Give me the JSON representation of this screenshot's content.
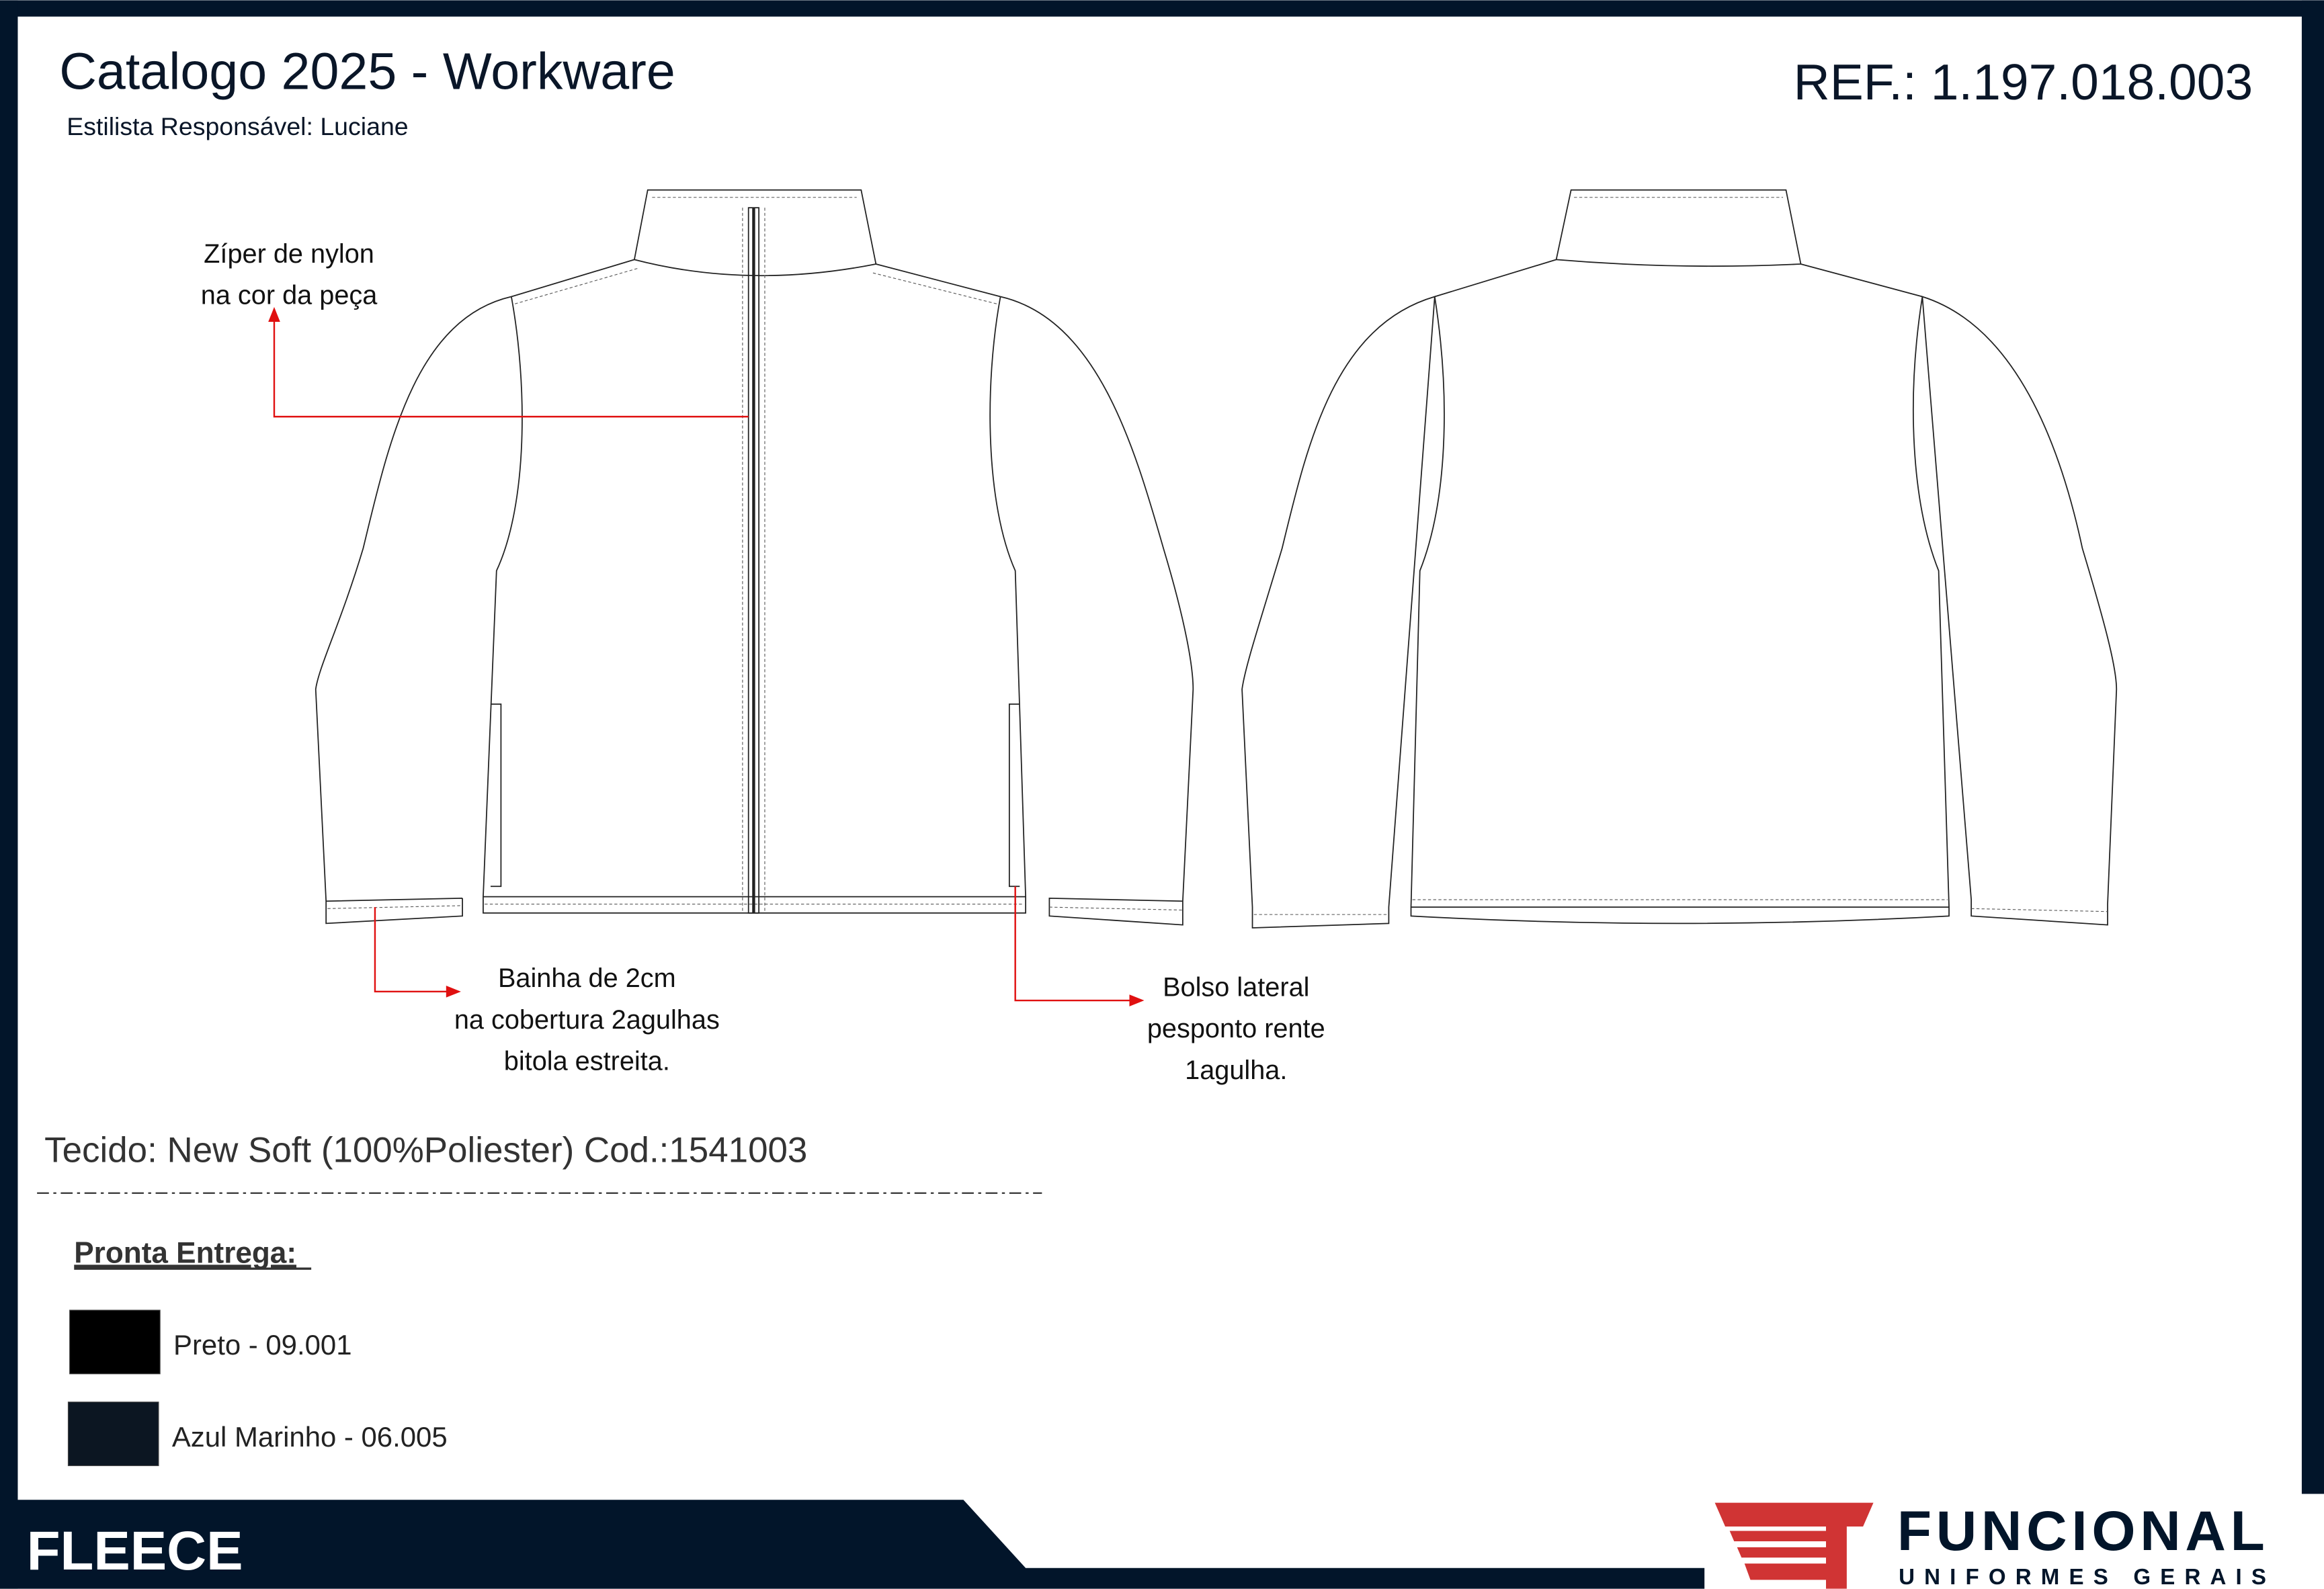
{
  "header": {
    "title": "Catalogo 2025 - Workware",
    "subtitle": "Estilista Responsável: Luciane",
    "reference": "REF.: 1.197.018.003"
  },
  "annotations": {
    "zipper": [
      "Zíper de nylon",
      "na cor da peça"
    ],
    "hem": [
      "Bainha de 2cm",
      "na cobertura 2agulhas",
      "bitola estreita."
    ],
    "pocket": [
      "Bolso lateral",
      "pesponto rente",
      "1agulha."
    ]
  },
  "fabric": "Tecido: New Soft (100%Poliester) Cod.:1541003",
  "availability": {
    "heading": "Pronta Entrega:",
    "colors": [
      {
        "label": "Preto - 09.001",
        "swatch": "#000000"
      },
      {
        "label": "Azul Marinho - 06.005",
        "swatch": "#0c1622"
      }
    ]
  },
  "footer": {
    "category": "FLEECE",
    "brand": "FUNCIONAL",
    "brand_tagline": "UNIFORMES GERAIS"
  },
  "colors": {
    "frame": "#02152a",
    "accent": "#d03434",
    "arrow": "#e01010"
  }
}
